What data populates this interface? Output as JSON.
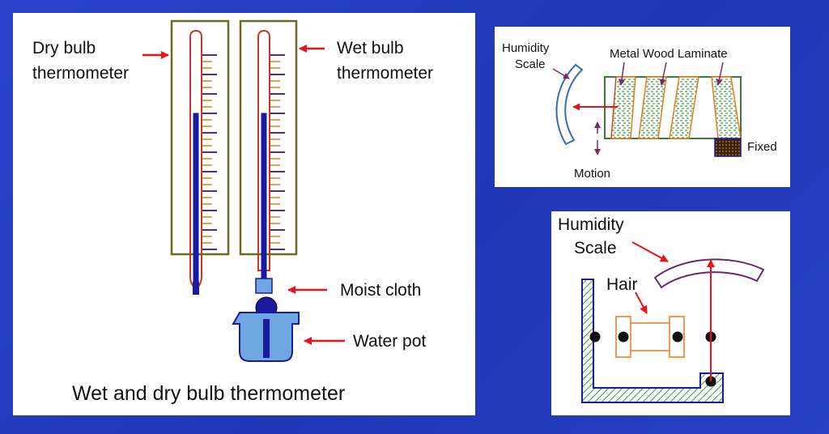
{
  "main": {
    "caption": "Wet and dry bulb thermometer",
    "labels": {
      "dry_bulb_line1": "Dry bulb",
      "dry_bulb_line2": "thermometer",
      "wet_bulb_line1": "Wet bulb",
      "wet_bulb_line2": "thermometer",
      "moist_cloth": "Moist cloth",
      "water_pot": "Water pot"
    }
  },
  "laminate": {
    "labels": {
      "humidity_scale_line1": "Humidity",
      "humidity_scale_line2": "Scale",
      "metal_wood_laminate": "Metal Wood Laminate",
      "fixed": "Fixed",
      "motion": "Motion"
    }
  },
  "hair": {
    "labels": {
      "humidity_scale_line1": "Humidity",
      "humidity_scale_line2": "Scale",
      "hair": "Hair"
    }
  },
  "colors": {
    "background": "#2a43c9",
    "arrow": "#e8121b",
    "frame": "#6b6b1f",
    "tube": "#c0392b",
    "mercury": "#1a1aa0",
    "scale_tick": "#e87a20",
    "hatch_green": "#3c9a3c",
    "water_blue": "#6fa8e0",
    "scale_arc": "#3a6ea8",
    "hair_scale_arc": "#6a2a6a"
  }
}
